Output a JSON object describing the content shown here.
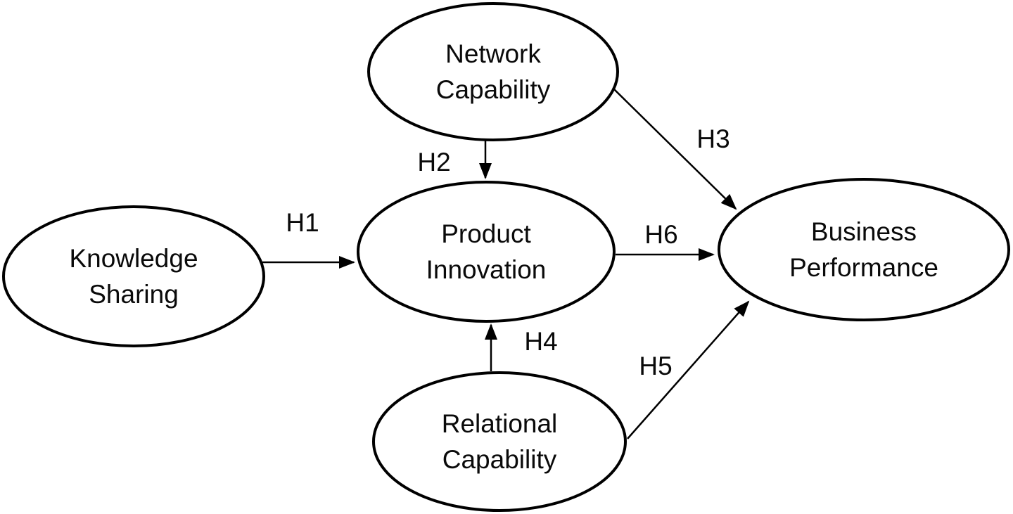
{
  "diagram": {
    "type": "hypothesis-path-model",
    "colors": {
      "background": "#ffffff",
      "shape_stroke": "#000000",
      "text": "#0a0a0a"
    },
    "nodes": [
      {
        "id": "knowledge-sharing",
        "line1": "Knowledge",
        "line2": "Sharing"
      },
      {
        "id": "network-capability",
        "line1": "Network",
        "line2": "Capability"
      },
      {
        "id": "product-innovation",
        "line1": "Product",
        "line2": "Innovation"
      },
      {
        "id": "business-performance",
        "line1": "Business",
        "line2": "Performance"
      },
      {
        "id": "relational-capability",
        "line1": "Relational",
        "line2": "Capability"
      }
    ],
    "edges": [
      {
        "label": "H1",
        "from": "knowledge-sharing",
        "to": "product-innovation"
      },
      {
        "label": "H2",
        "from": "network-capability",
        "to": "product-innovation"
      },
      {
        "label": "H3",
        "from": "network-capability",
        "to": "business-performance"
      },
      {
        "label": "H4",
        "from": "relational-capability",
        "to": "product-innovation"
      },
      {
        "label": "H5",
        "from": "relational-capability",
        "to": "business-performance"
      },
      {
        "label": "H6",
        "from": "product-innovation",
        "to": "business-performance"
      }
    ]
  }
}
